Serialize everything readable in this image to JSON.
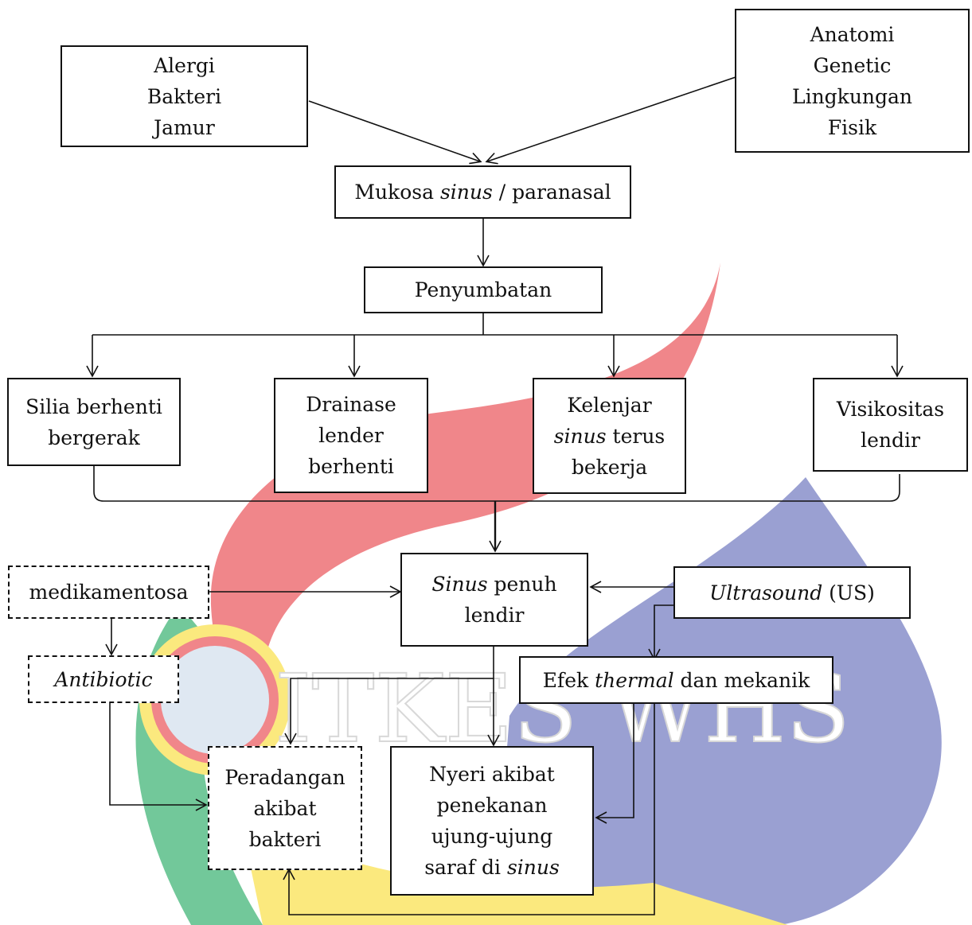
{
  "watermark": {
    "text": "ITKES WHS",
    "colors": {
      "red": "#f0868a",
      "blue": "#9aa0d2",
      "green": "#72c89a",
      "yellow": "#fbe97e"
    }
  },
  "nodes": {
    "causes_left": {
      "lines": [
        "Alergi",
        "Bakteri",
        "Jamur"
      ]
    },
    "causes_right": {
      "lines": [
        "Anatomi",
        "Genetic",
        "Lingkungan",
        "Fisik"
      ]
    },
    "mukosa": {
      "pre": "Mukosa ",
      "em": "sinus",
      "post": " / paranasal"
    },
    "penyumbatan": {
      "text": "Penyumbatan"
    },
    "silia": {
      "lines": [
        "Silia berhenti",
        "bergerak"
      ]
    },
    "drainase": {
      "lines": [
        "Drainase",
        "lender",
        "berhenti"
      ]
    },
    "kelenjar": {
      "line1": "Kelenjar",
      "line2_em": "sinus",
      "line2_post": " terus",
      "line3": "bekerja"
    },
    "visikositas": {
      "lines": [
        "Visikositas",
        "lendir"
      ]
    },
    "sinus_penuh": {
      "line1_em": "Sinus",
      "line1_post": " penuh",
      "line2": "lendir"
    },
    "medikamentosa": {
      "text": "medikamentosa"
    },
    "ultrasound": {
      "em": "Ultrasound",
      "post": " (US)"
    },
    "antibiotic": {
      "em": "Antibiotic"
    },
    "efek": {
      "pre": "Efek ",
      "em": "thermal",
      "post": " dan mekanik"
    },
    "peradangan": {
      "lines": [
        "Peradangan",
        "akibat",
        "bakteri"
      ]
    },
    "nyeri": {
      "lines": [
        "Nyeri akibat",
        "penekanan",
        "ujung-ujung"
      ],
      "last_pre": "saraf di ",
      "last_em": "sinus"
    }
  }
}
